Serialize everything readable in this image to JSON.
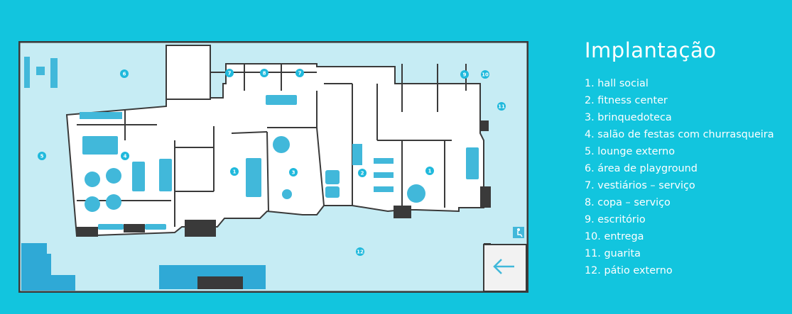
{
  "legend": {
    "title": "Implantação",
    "items": [
      "1. hall social",
      "2. fitness center",
      "3. brinquedoteca",
      "4. salão de festas com churrasqueira",
      "5. lounge externo",
      "6. área de playground",
      "7. vestiários – serviço",
      "8. copa – serviço",
      "9. escritório",
      "10. entrega",
      "11. guarita",
      "12. pátio externo"
    ]
  },
  "plan": {
    "markers": [
      "1",
      "1",
      "2",
      "3",
      "4",
      "5",
      "6",
      "7",
      "7",
      "8",
      "9",
      "10",
      "11",
      "12"
    ]
  },
  "colors": {
    "background": "#12c5de",
    "plan_fill": "#c6ecf4",
    "wall": "#3a3a3a",
    "furniture": "#41b8da",
    "marker": "#20b9dc"
  },
  "icons": [
    "accessibility-icon",
    "entrance-arrow-icon"
  ]
}
